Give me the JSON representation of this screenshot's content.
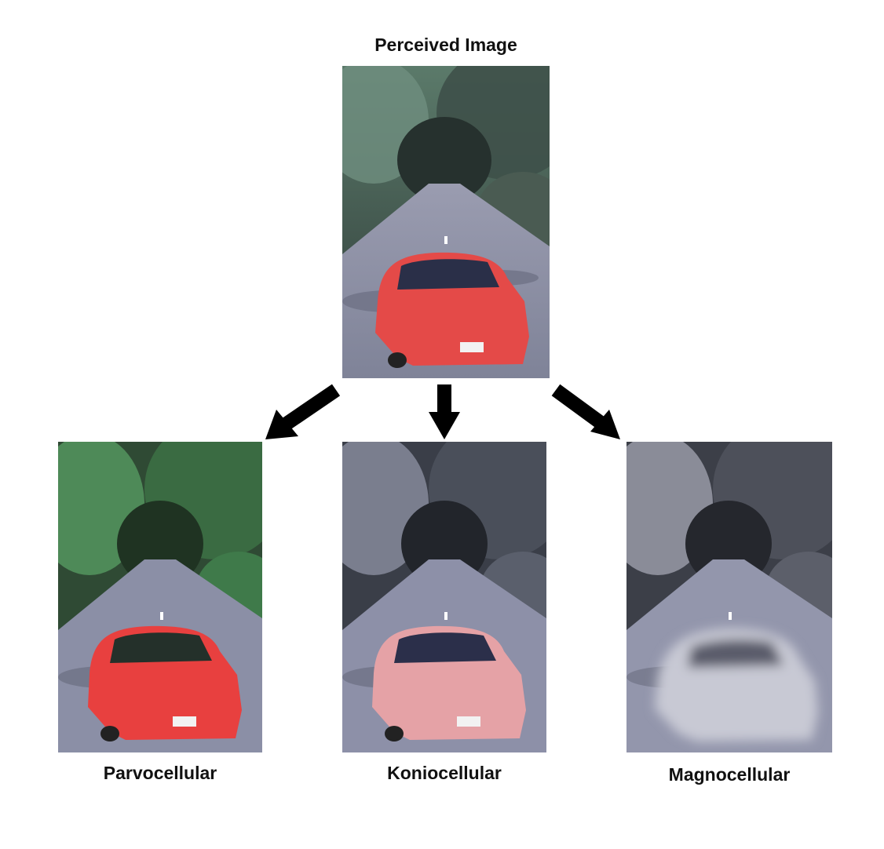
{
  "top": {
    "label": "Perceived Image"
  },
  "panels": [
    {
      "label": "Parvocellular",
      "variant": "parvo"
    },
    {
      "label": "Koniocellular",
      "variant": "konio"
    },
    {
      "label": "Magnocellular",
      "variant": "magno"
    }
  ],
  "colors": {
    "arrow": "#000000",
    "foliage_parvo": "#3f7a4a",
    "foliage_gray": "#5a5f66",
    "road": "#8b8fa6",
    "car_red": "#e84a4a",
    "car_pink": "#e6a4a8",
    "car_gray": "#c9c9d2"
  }
}
